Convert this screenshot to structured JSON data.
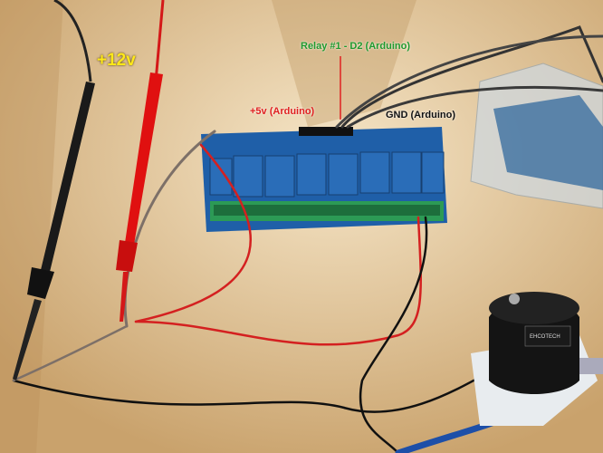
{
  "annotations": {
    "plus12v": "+12v",
    "relay1": "Relay #1 - D2 (Arduino)",
    "plus5v": "+5v (Arduino)",
    "gnd": "GND (Arduino)"
  },
  "photo_text": {
    "valve_brand": "EHCOTECH"
  },
  "colors": {
    "wood": "#d8b98a",
    "relay_board": "#1f5fa8",
    "label_12v": "#ffe81a",
    "label_relay": "#1f9a2e",
    "label_5v": "#e02020",
    "label_gnd": "#111111"
  }
}
